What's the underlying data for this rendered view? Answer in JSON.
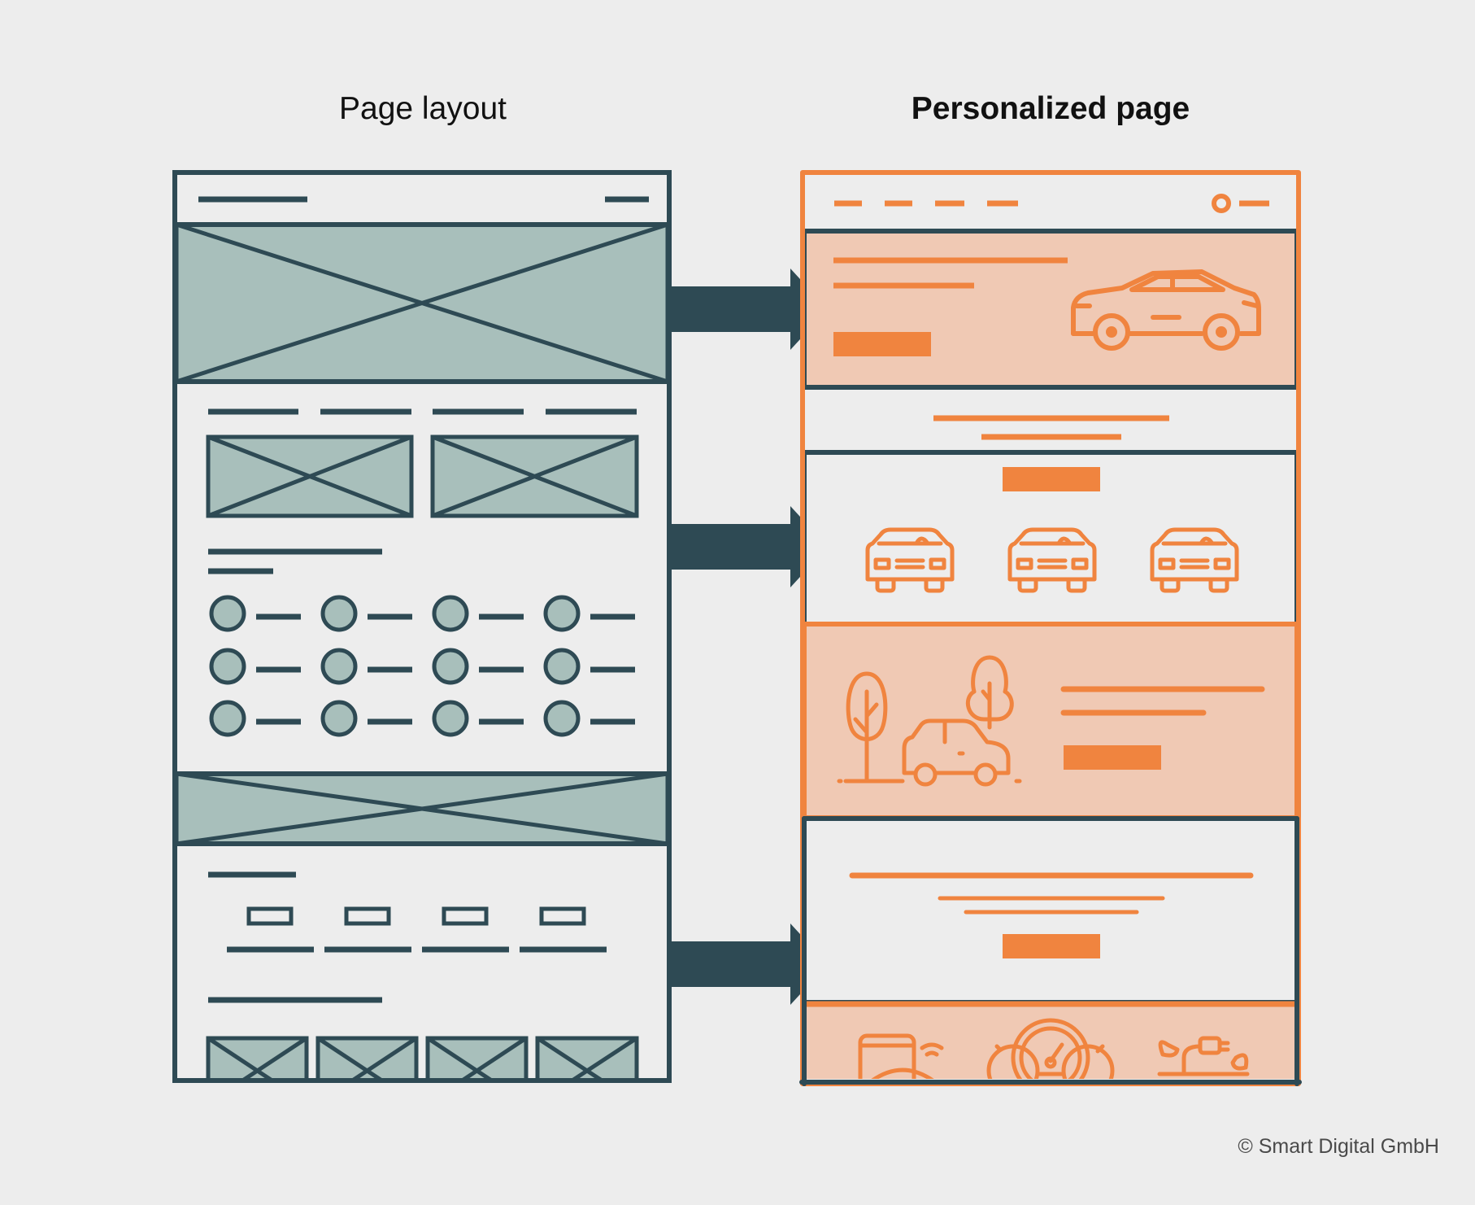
{
  "headings": {
    "left": "Page layout",
    "right": "Personalized page"
  },
  "copyright": "© Smart Digital GmbH",
  "colors": {
    "dark": "#2e4a54",
    "wireframe_fill": "#a8bfbb",
    "accent": "#f0843f",
    "accent_fill": "#f0c9b4",
    "background": "#ededed"
  },
  "icons": [
    "sedan-car-icon",
    "car-front-icon",
    "tree-icon",
    "city-car-icon",
    "smartphone-wifi-icon",
    "speedometer-icon",
    "electric-plug-icon"
  ]
}
